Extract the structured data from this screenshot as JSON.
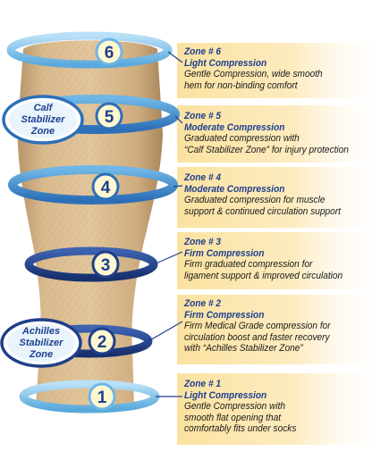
{
  "zones": [
    {
      "number": "6",
      "title": "Zone # 6",
      "subtitle": "Light Compression",
      "description": "Gentle Compression, wide smooth\nhem for non-binding comfort"
    },
    {
      "number": "5",
      "title": "Zone # 5",
      "subtitle": "Moderate Compression",
      "description": "Graduated compression with\n“Calf Stabilizer Zone” for injury protection"
    },
    {
      "number": "4",
      "title": "Zone # 4",
      "subtitle": "Moderate Compression",
      "description": "Graduated compression for muscle\nsupport & continued circulation support"
    },
    {
      "number": "3",
      "title": "Zone # 3",
      "subtitle": "Firm Compression",
      "description": "Firm graduated compression for\nligament support & improved circulation"
    },
    {
      "number": "2",
      "title": "Zone # 2",
      "subtitle": "Firm Compression",
      "description": "Firm Medical Grade compression for\ncirculation boost and faster recovery\nwith “Achilles Stabilizer Zone”"
    },
    {
      "number": "1",
      "title": "Zone # 1",
      "subtitle": "Light Compression",
      "description": "Gentle Compression with\nsmooth flat opening that\ncomfortably fits under socks"
    }
  ],
  "badges": {
    "calf": [
      "Calf",
      "Stabilizer",
      "Zone"
    ],
    "achilles": [
      "Achilles",
      "Stabilizer",
      "Zone"
    ]
  },
  "colors": {
    "sleeve": "#d2b183",
    "text_title": "#1d3f8f",
    "band_light": "#8cc9ee",
    "band_dark": "#1f3f8a",
    "text_bg": "#fbe2a0"
  }
}
